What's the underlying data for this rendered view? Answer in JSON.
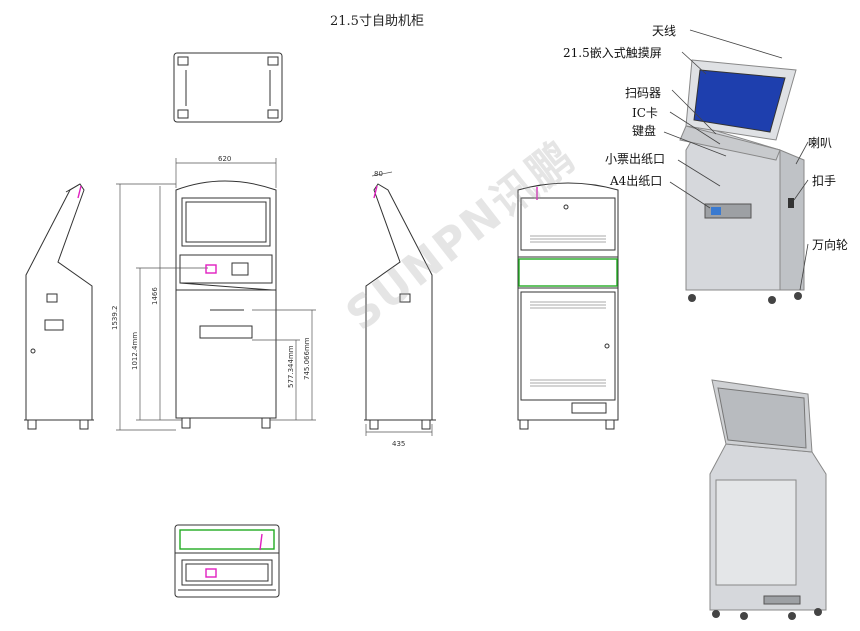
{
  "title": "21.5寸自助机柜",
  "watermark": "SUNPN讯鹏",
  "dimensions": {
    "width_front": "620",
    "width_side": "435",
    "top_tilt": "80",
    "height_total": "1539.2",
    "height_1466": "1466",
    "height_1012": "1012.4mm",
    "height_577": "577.344mm",
    "height_745": "745.066mm"
  },
  "callouts": {
    "antenna": "天线",
    "touchscreen": "21.5嵌入式触摸屏",
    "scanner": "扫码器",
    "ic_card": "IC卡",
    "keyboard": "键盘",
    "receipt_slot": "小票出纸口",
    "a4_slot": "A4出纸口",
    "speaker": "喇叭",
    "handle": "扣手",
    "caster": "万向轮"
  },
  "colors": {
    "line": "#333333",
    "accent_green": "#22aa22",
    "accent_magenta": "#e020c0",
    "screen_blue": "#1e3fae",
    "body_gray": "#d6d8dc"
  }
}
